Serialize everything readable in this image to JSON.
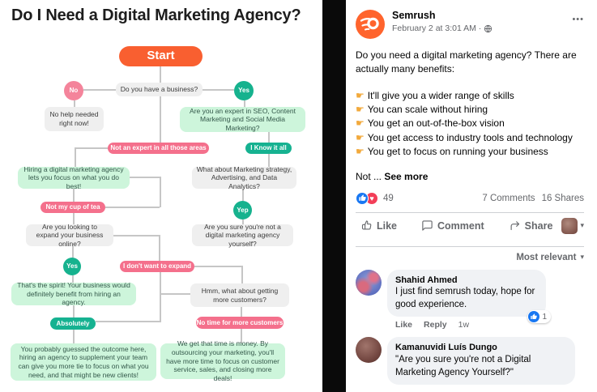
{
  "flowchart": {
    "title": "Do I Need a Digital Marketing Agency?",
    "colors": {
      "orange": "#f95f30",
      "pink": "#f4708c",
      "teal": "#16b291",
      "mint": "#cdf5db",
      "gray_box": "#efefef",
      "connector": "#c6c6c6"
    },
    "nodes": {
      "start": "Start",
      "q_business": "Do you have a business?",
      "ans_no": "No",
      "ans_yes": "Yes",
      "no_help": "No help needed right now!",
      "q_expert": "Are you an expert in SEO, Content Marketing and Social Media Marketing?",
      "not_expert": "Not an expert in all those areas",
      "know_it_all": "I Know it all",
      "hiring": "Hiring a digital marketing agency lets you focus on what you do best!",
      "q_strategy": "What about Marketing strategy, Advertising, and Data Analytics?",
      "not_my_cup": "Not my cup of tea",
      "yep": "Yep",
      "q_expand": "Are you looking to expand your business online?",
      "q_sure": "Are you sure you're not a digital marketing agency yourself?",
      "ans_yes2": "Yes",
      "dont_expand": "I don't want to expand",
      "spirit": "That's the spirit! Your business would definitely benefit from hiring an agency.",
      "q_customers": "Hmm, what about getting more customers?",
      "absolutely": "Absolutely",
      "no_time": "No time for more customers",
      "outcome_left": "You probably guessed the outcome here, hiring an agency to supplement your team can give you more tie to focus on what you need, and that might be new clients!",
      "outcome_right": "We get that time is money. By outsourcing your marketing, you'll have more time to focus on customer service, sales, and closing more deals!"
    }
  },
  "post": {
    "author": "Semrush",
    "timestamp": "February 2 at 3:01 AM ·",
    "body_intro": "Do you need a digital marketing agency? There are actually many benefits:",
    "benefits": [
      "It'll give you a wider range of skills",
      "You can scale without hiring",
      "You get an out-of-the-box vision",
      "You get access to industry tools and technology",
      "You get to focus on running your business"
    ],
    "truncated_text": "Not ...",
    "see_more_label": "See more",
    "reactions": {
      "count": "49",
      "love_glyph": "♥",
      "comments": "7 Comments",
      "shares": "16 Shares"
    },
    "actions": {
      "like": "Like",
      "comment": "Comment",
      "share": "Share"
    },
    "sort_label": "Most relevant",
    "comments": [
      {
        "name": "Shahid Ahmed",
        "text": "I just find semrush today, hope for good experience.",
        "like_label": "Like",
        "reply_label": "Reply",
        "time": "1w",
        "badge_count": "1"
      },
      {
        "name": "Kamanuvidi Luís Dungo",
        "text": "\"Are you sure you're not a Digital Marketing Agency Yourself?\""
      }
    ],
    "icons": {
      "more_options": "•••",
      "caret_down": "▾",
      "benefit_pointer": "☛"
    }
  }
}
